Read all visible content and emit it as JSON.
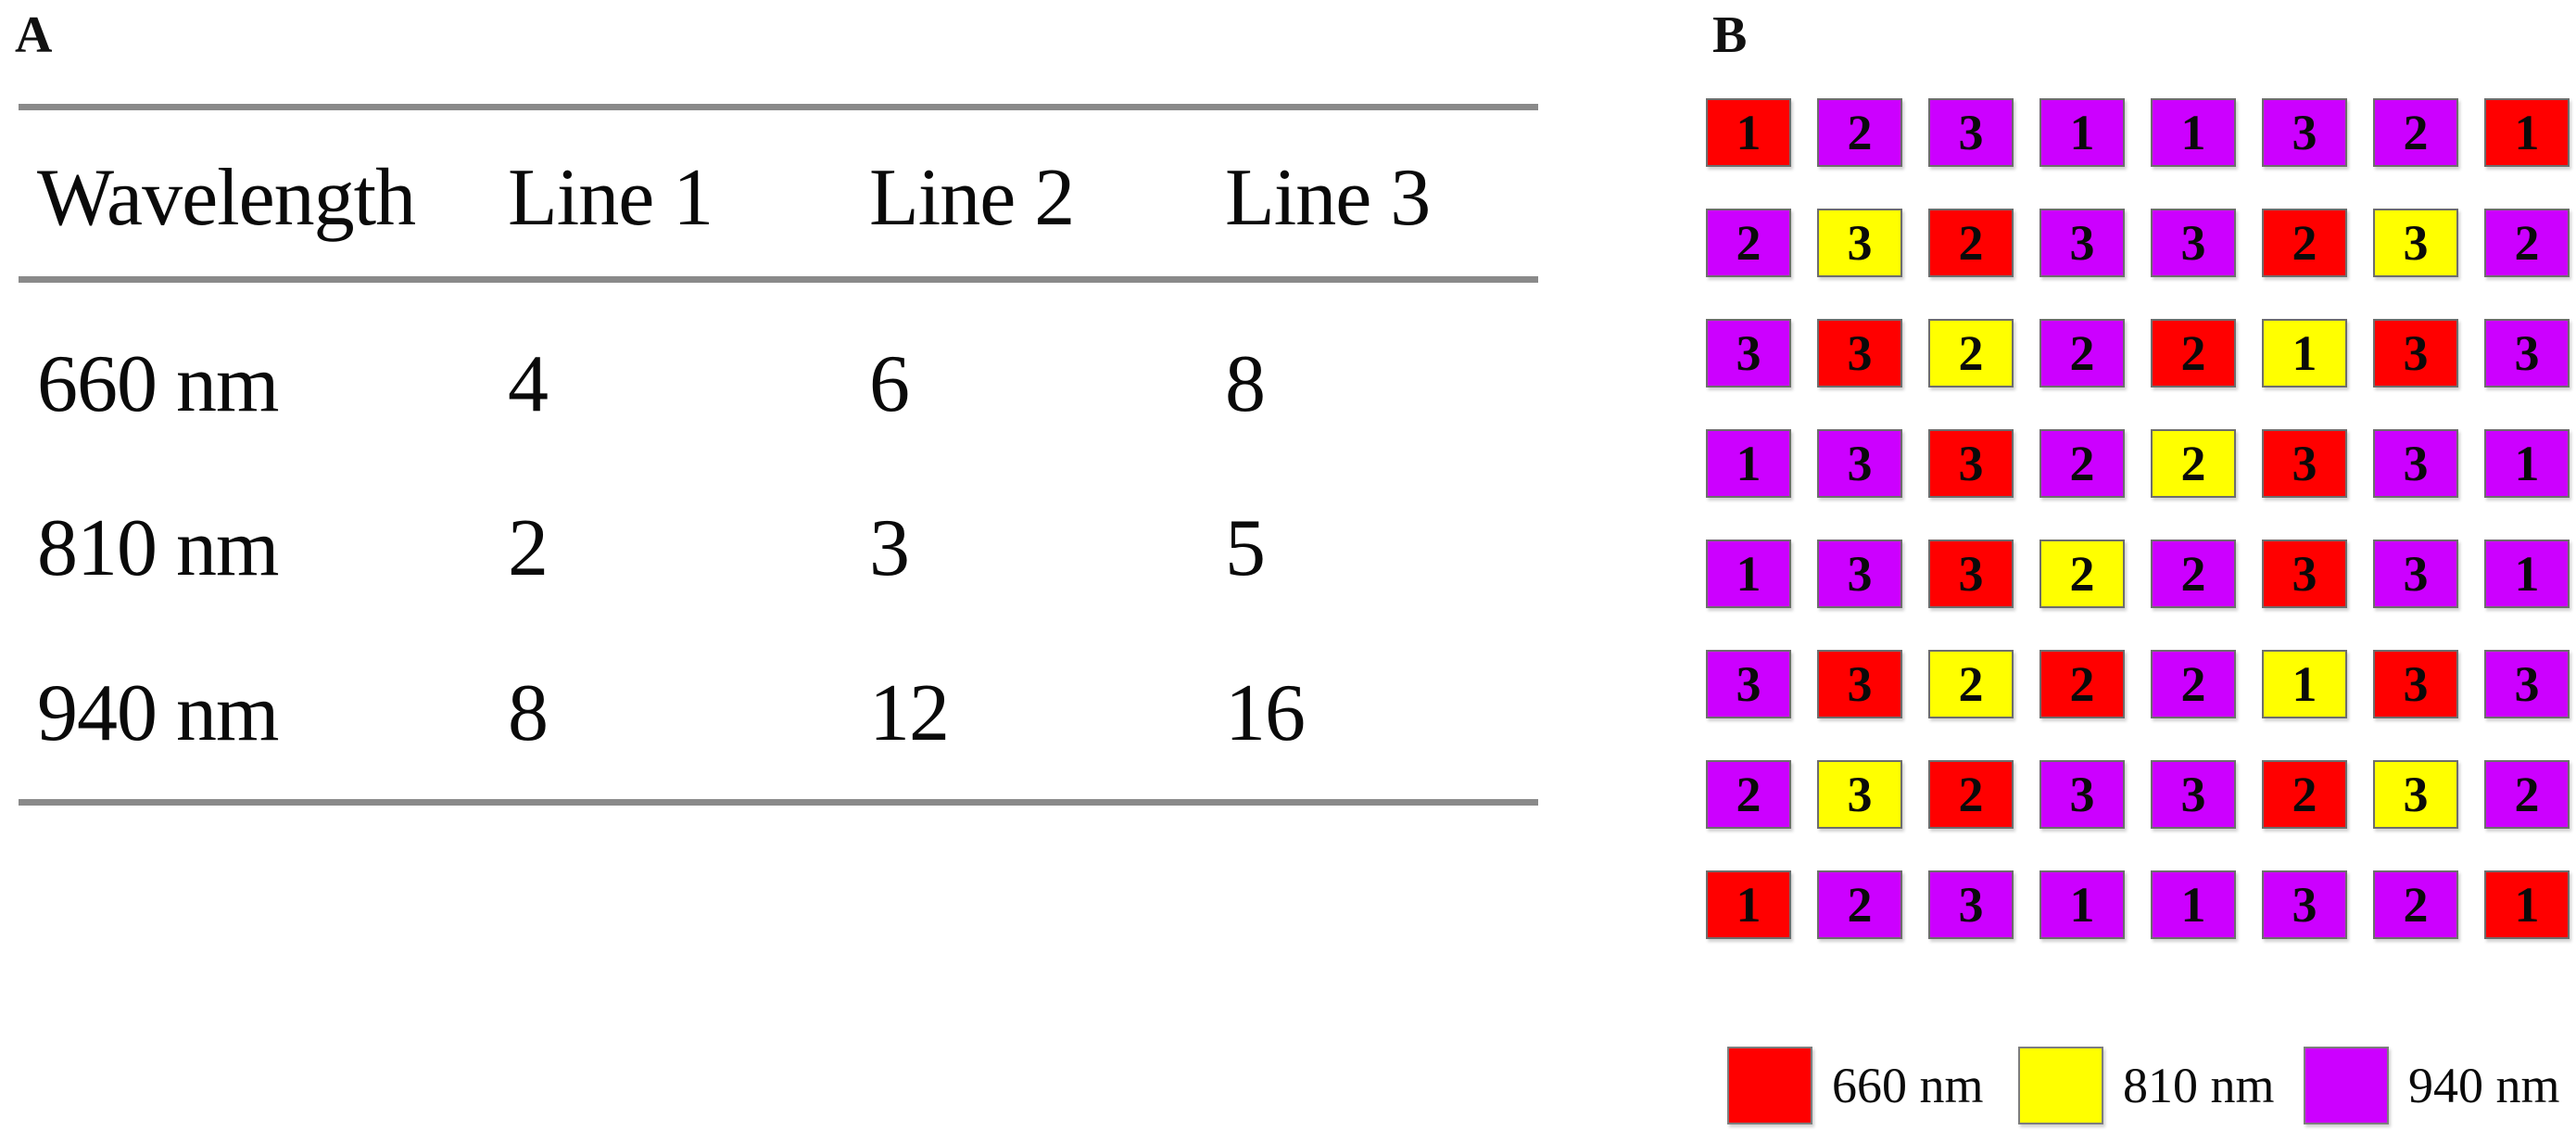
{
  "panel_a": {
    "label": "A",
    "table": {
      "headers": [
        "Wavelength",
        "Line 1",
        "Line 2",
        "Line 3"
      ],
      "rows": [
        {
          "wavelength": "660 nm",
          "v1": "4",
          "v2": "6",
          "v3": "8"
        },
        {
          "wavelength": "810 nm",
          "v1": "2",
          "v2": "3",
          "v3": "5"
        },
        {
          "wavelength": "940 nm",
          "v1": "8",
          "v2": "12",
          "v3": "16"
        }
      ]
    }
  },
  "panel_b": {
    "label": "B",
    "colors": {
      "660": "#ff0000",
      "810": "#ffff00",
      "940": "#cc00ff"
    },
    "grid": [
      [
        [
          "1",
          "660"
        ],
        [
          "2",
          "940"
        ],
        [
          "3",
          "940"
        ],
        [
          "1",
          "940"
        ],
        [
          "1",
          "940"
        ],
        [
          "3",
          "940"
        ],
        [
          "2",
          "940"
        ],
        [
          "1",
          "660"
        ]
      ],
      [
        [
          "2",
          "940"
        ],
        [
          "3",
          "810"
        ],
        [
          "2",
          "660"
        ],
        [
          "3",
          "940"
        ],
        [
          "3",
          "940"
        ],
        [
          "2",
          "660"
        ],
        [
          "3",
          "810"
        ],
        [
          "2",
          "940"
        ]
      ],
      [
        [
          "3",
          "940"
        ],
        [
          "3",
          "660"
        ],
        [
          "2",
          "810"
        ],
        [
          "2",
          "940"
        ],
        [
          "2",
          "660"
        ],
        [
          "1",
          "810"
        ],
        [
          "3",
          "660"
        ],
        [
          "3",
          "940"
        ]
      ],
      [
        [
          "1",
          "940"
        ],
        [
          "3",
          "940"
        ],
        [
          "3",
          "660"
        ],
        [
          "2",
          "940"
        ],
        [
          "2",
          "810"
        ],
        [
          "3",
          "660"
        ],
        [
          "3",
          "940"
        ],
        [
          "1",
          "940"
        ]
      ],
      [
        [
          "1",
          "940"
        ],
        [
          "3",
          "940"
        ],
        [
          "3",
          "660"
        ],
        [
          "2",
          "810"
        ],
        [
          "2",
          "940"
        ],
        [
          "3",
          "660"
        ],
        [
          "3",
          "940"
        ],
        [
          "1",
          "940"
        ]
      ],
      [
        [
          "3",
          "940"
        ],
        [
          "3",
          "660"
        ],
        [
          "2",
          "810"
        ],
        [
          "2",
          "660"
        ],
        [
          "2",
          "940"
        ],
        [
          "1",
          "810"
        ],
        [
          "3",
          "660"
        ],
        [
          "3",
          "940"
        ]
      ],
      [
        [
          "2",
          "940"
        ],
        [
          "3",
          "810"
        ],
        [
          "2",
          "660"
        ],
        [
          "3",
          "940"
        ],
        [
          "3",
          "940"
        ],
        [
          "2",
          "660"
        ],
        [
          "3",
          "810"
        ],
        [
          "2",
          "940"
        ]
      ],
      [
        [
          "1",
          "660"
        ],
        [
          "2",
          "940"
        ],
        [
          "3",
          "940"
        ],
        [
          "1",
          "940"
        ],
        [
          "1",
          "940"
        ],
        [
          "3",
          "940"
        ],
        [
          "2",
          "940"
        ],
        [
          "1",
          "660"
        ]
      ]
    ],
    "legend": [
      {
        "label": "660 nm",
        "wavelength": "660"
      },
      {
        "label": "810 nm",
        "wavelength": "810"
      },
      {
        "label": "940 nm",
        "wavelength": "940"
      }
    ]
  }
}
